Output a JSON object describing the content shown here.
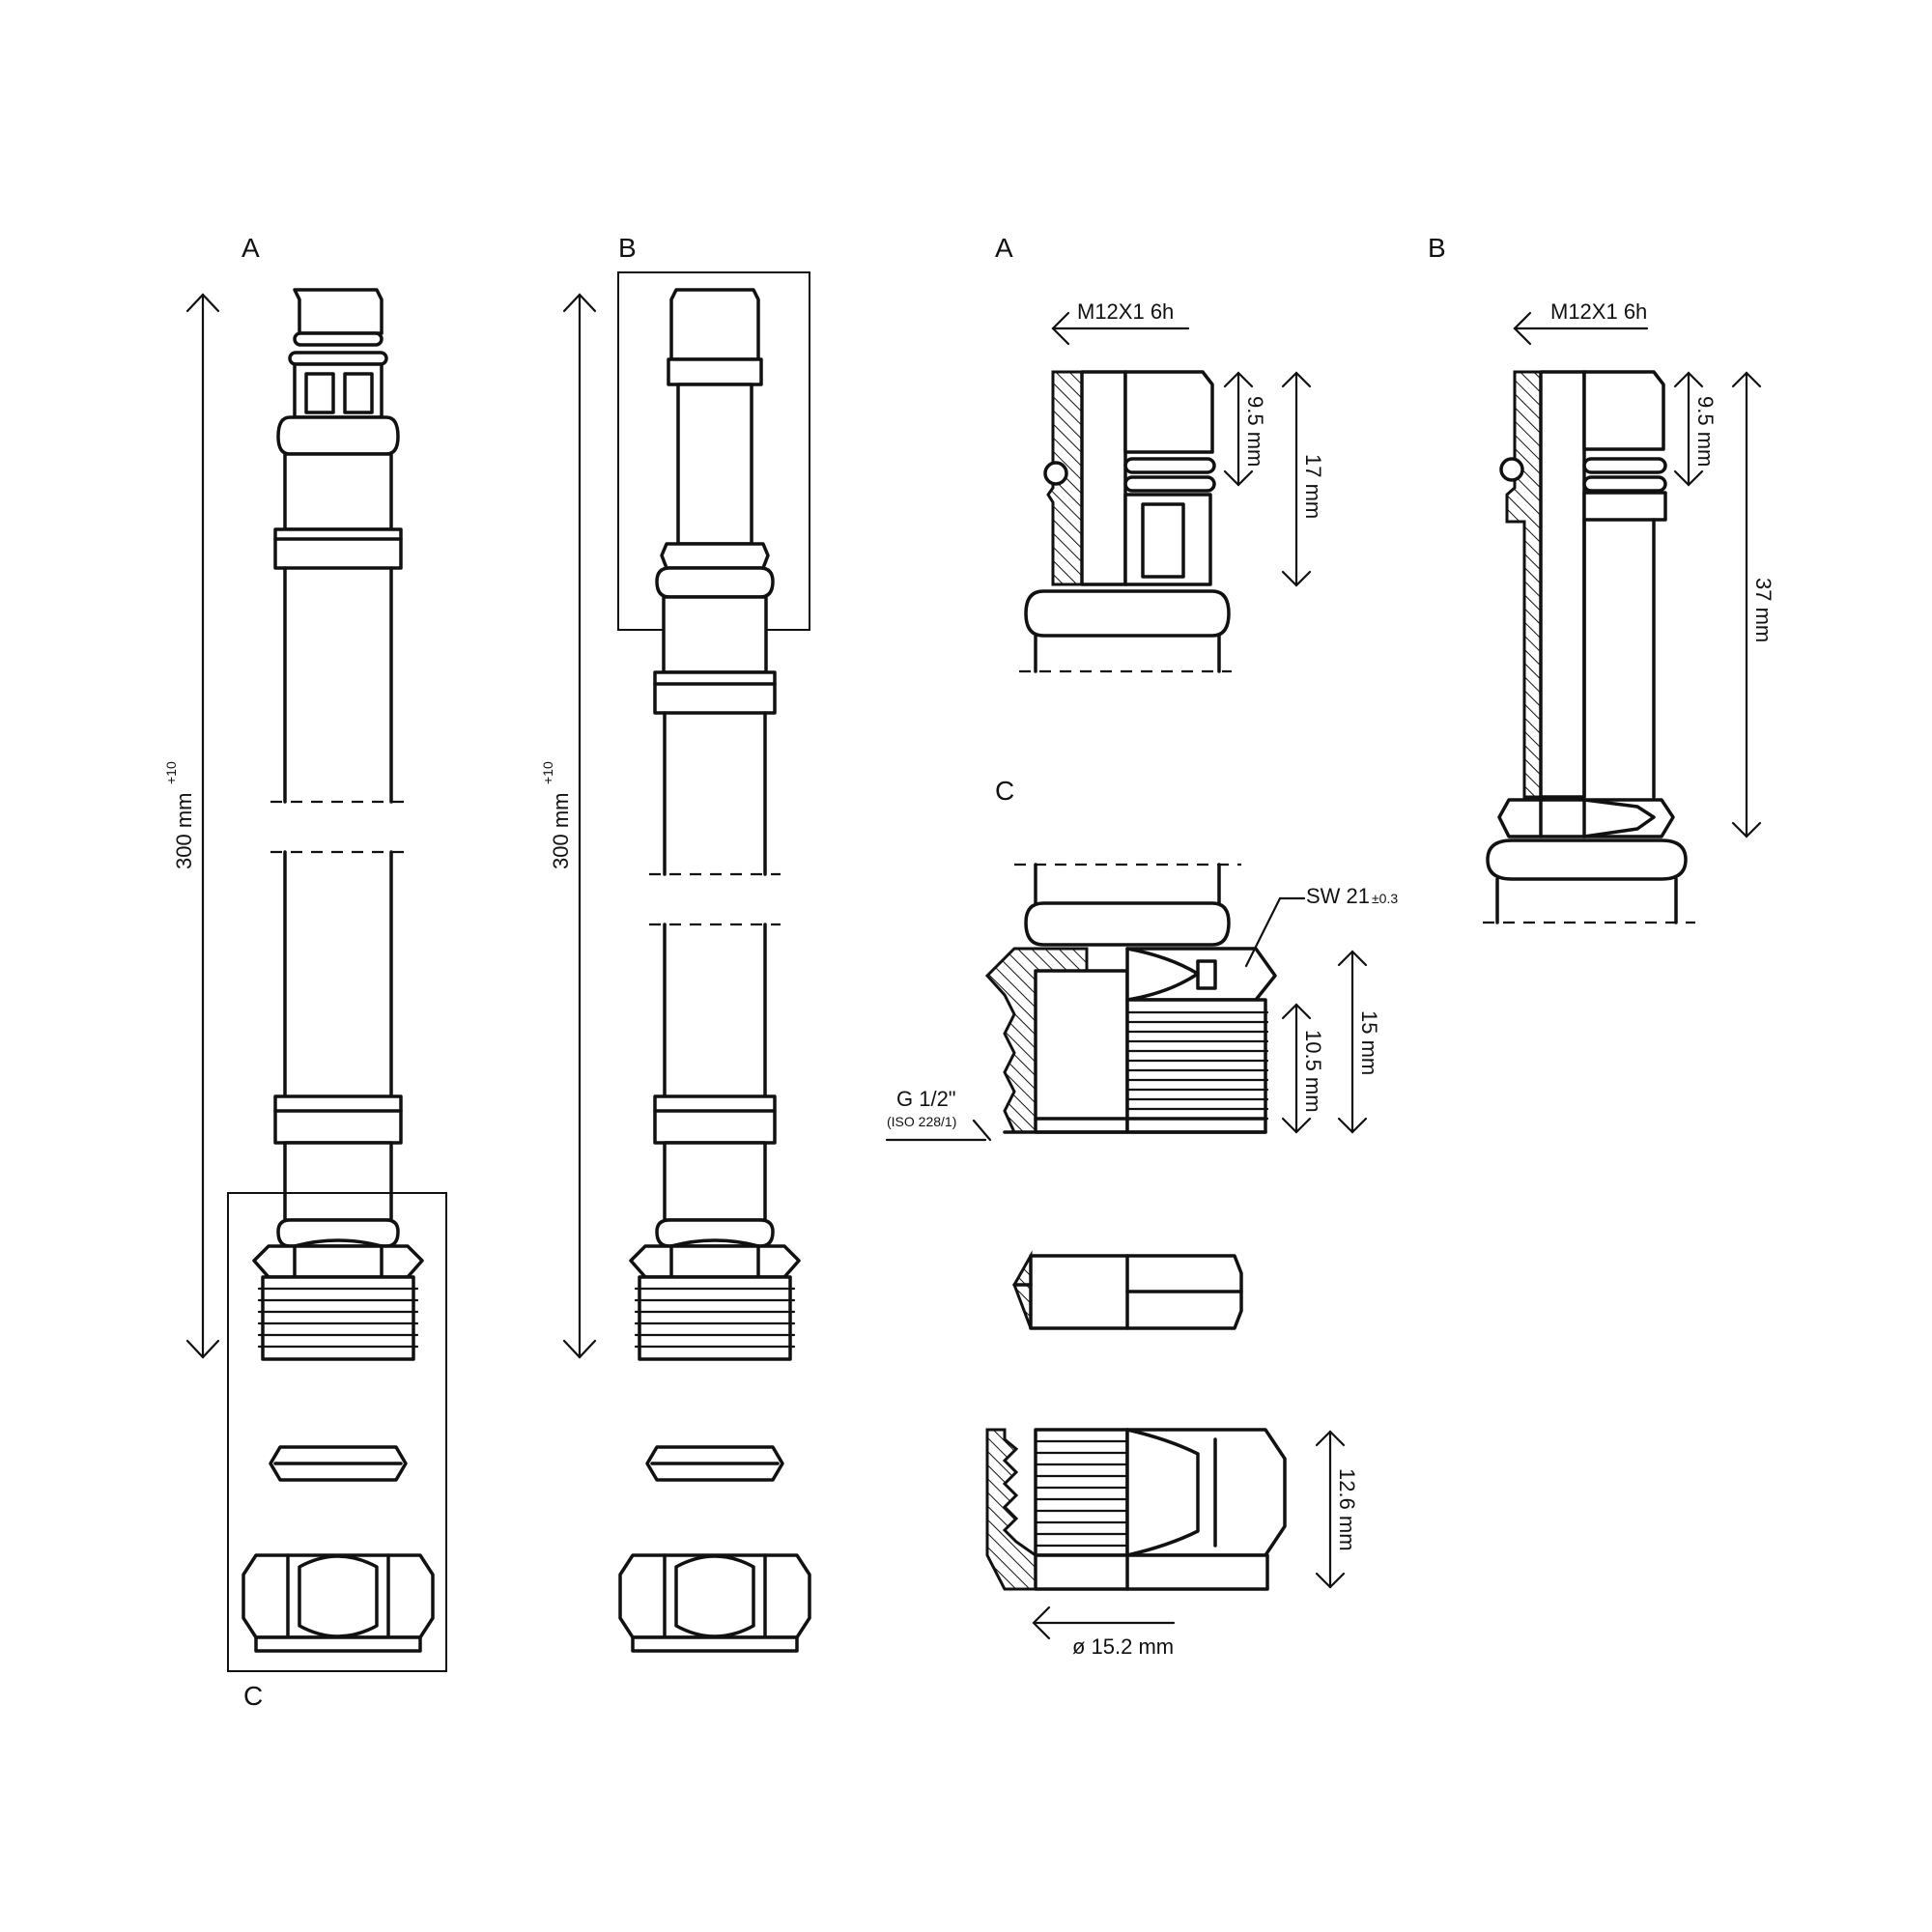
{
  "labels": {
    "view_a_left": "A",
    "view_b_left": "B",
    "view_c_left": "C",
    "detail_a": "A",
    "detail_b": "B",
    "detail_c": "C"
  },
  "dimensions": {
    "length_a": "300 mm",
    "length_a_tol": "+10",
    "length_b": "300 mm",
    "length_b_tol": "+10",
    "thread_a": "M12X1 6h",
    "thread_b": "M12X1 6h",
    "a_9_5": "9.5 mm",
    "a_17": "17 mm",
    "b_9_5": "9.5 mm",
    "b_37": "37 mm",
    "sw": "SW 21",
    "sw_tol": "±0.3",
    "c_15": "15 mm",
    "c_10_5": "10.5 mm",
    "g_thread": "G 1/2\"",
    "g_standard": "(ISO 228/1)",
    "c_12_6": "12.6 mm",
    "c_diam": "ø 15.2 mm"
  }
}
